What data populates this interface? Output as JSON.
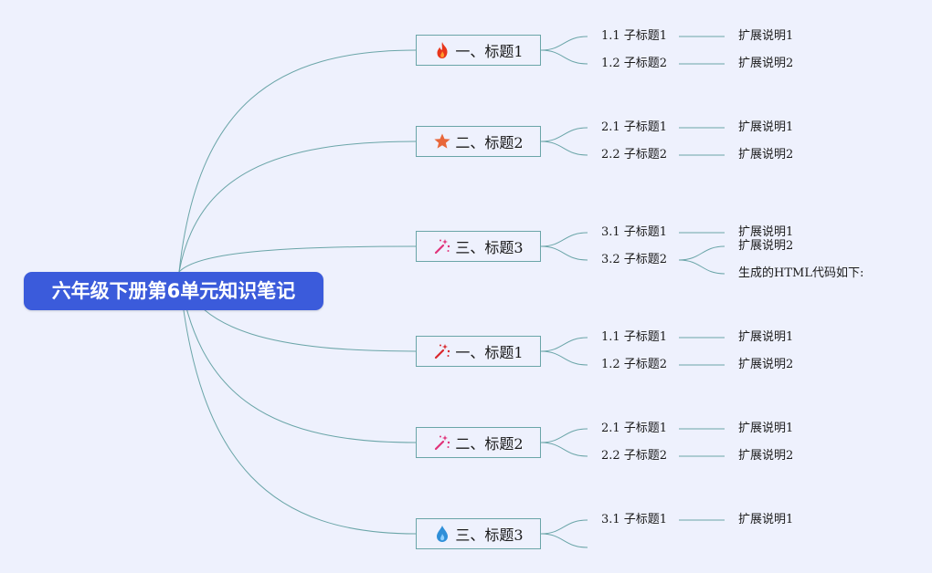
{
  "root": {
    "title": "六年级下册第6单元知识笔记"
  },
  "branches": [
    {
      "label": "一、标题1",
      "icon": "fire-icon",
      "icon_color": "#e8361b",
      "children": [
        {
          "label": "1.1 子标题1",
          "notes": [
            "扩展说明1"
          ]
        },
        {
          "label": "1.2 子标题2",
          "notes": [
            "扩展说明2"
          ]
        }
      ]
    },
    {
      "label": "二、标题2",
      "icon": "star-icon",
      "icon_color": "#e8673a",
      "children": [
        {
          "label": "2.1 子标题1",
          "notes": [
            "扩展说明1"
          ]
        },
        {
          "label": "2.2 子标题2",
          "notes": [
            "扩展说明2"
          ]
        }
      ]
    },
    {
      "label": "三、标题3",
      "icon": "magic-wand-icon",
      "icon_color": "#e0337a",
      "children": [
        {
          "label": "3.1 子标题1",
          "notes": [
            "扩展说明1"
          ]
        },
        {
          "label": "3.2 子标题2",
          "notes": [
            "扩展说明2",
            "生成的HTML代码如下:"
          ]
        }
      ]
    },
    {
      "label": "一、标题1",
      "icon": "magic-wand-icon",
      "icon_color": "#d9282d",
      "children": [
        {
          "label": "1.1 子标题1",
          "notes": [
            "扩展说明1"
          ]
        },
        {
          "label": "1.2 子标题2",
          "notes": [
            "扩展说明2"
          ]
        }
      ]
    },
    {
      "label": "二、标题2",
      "icon": "magic-wand-icon",
      "icon_color": "#e0337a",
      "children": [
        {
          "label": "2.1 子标题1",
          "notes": [
            "扩展说明1"
          ]
        },
        {
          "label": "2.2 子标题2",
          "notes": [
            "扩展说明2"
          ]
        }
      ]
    },
    {
      "label": "三、标题3",
      "icon": "water-drop-icon",
      "icon_color": "#2f8fd8",
      "children": [
        {
          "label": "3.1 子标题1",
          "notes": [
            "扩展说明1"
          ]
        },
        {
          "label": "",
          "notes": []
        }
      ]
    }
  ],
  "colors": {
    "background": "#eef1fd",
    "root": "#3b5bdb",
    "connector": "#6aa5a8"
  }
}
